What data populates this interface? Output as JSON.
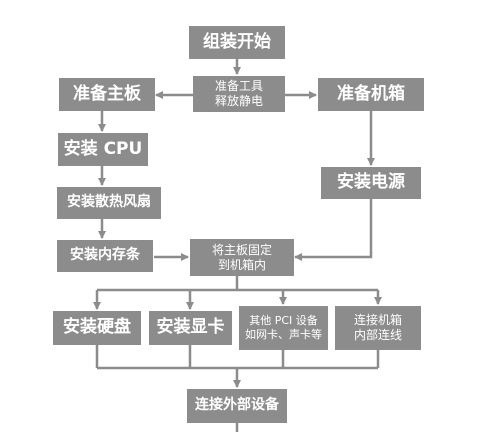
{
  "flowchart": {
    "start": "组装开始",
    "prepare_tools": "准备工具\n释放静电",
    "prepare_board": "准备主板",
    "prepare_case": "准备机箱",
    "install_cpu": "安装 CPU",
    "install_fan": "安装散热风扇",
    "install_psu": "安装电源",
    "install_ram": "安装内存条",
    "fix_board": "将主板固定\n到机箱内",
    "install_hdd": "安装硬盘",
    "install_gpu": "安装显卡",
    "other_pci": "其他 PCI 设备\n如网卡、声卡等",
    "connect_case": "连接机箱\n内部连线",
    "connect_external": "连接外部设备"
  },
  "colors": {
    "box": "#8c8c8c",
    "line": "#8c8c8c",
    "text": "#ffffff"
  }
}
